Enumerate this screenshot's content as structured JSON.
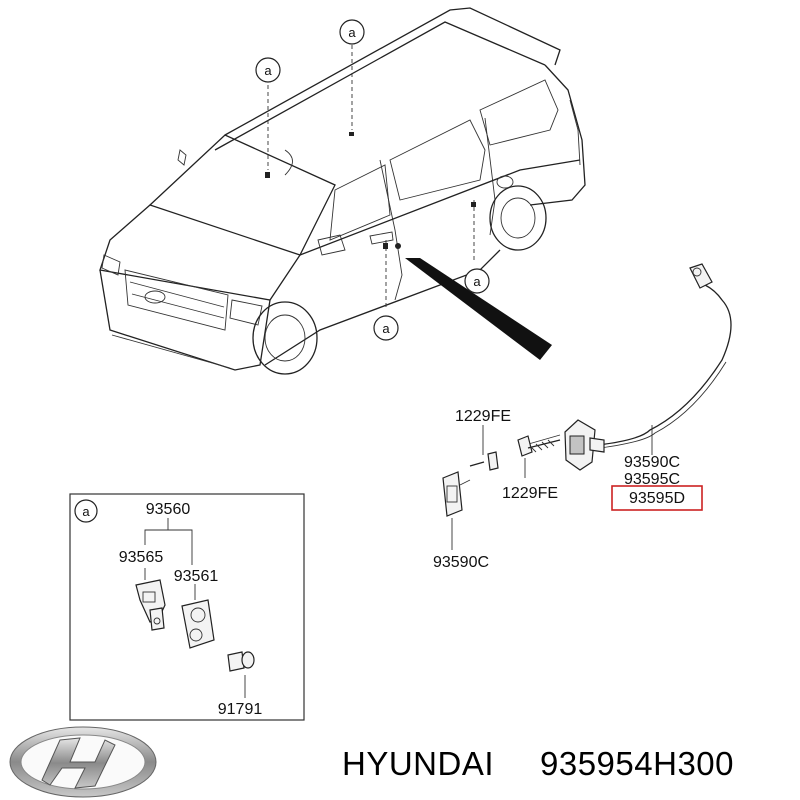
{
  "callout_letter": "a",
  "parts": {
    "bolt_top": "1229FE",
    "bolt_bottom": "1229FE",
    "switch_assy_1": "93590C",
    "switch_assy_2": "93595C",
    "switch_assy_highlighted": "93595D",
    "striker_plate": "93590C"
  },
  "detail_box": {
    "letter": "a",
    "assy": "93560",
    "switch": "93565",
    "bracket": "93561",
    "screw": "91791"
  },
  "footer": {
    "brand": "HYUNDAI",
    "part_number": "935954H300"
  },
  "colors": {
    "highlight_box": "#cc2222",
    "line": "#222222",
    "stripe": "#111111"
  }
}
